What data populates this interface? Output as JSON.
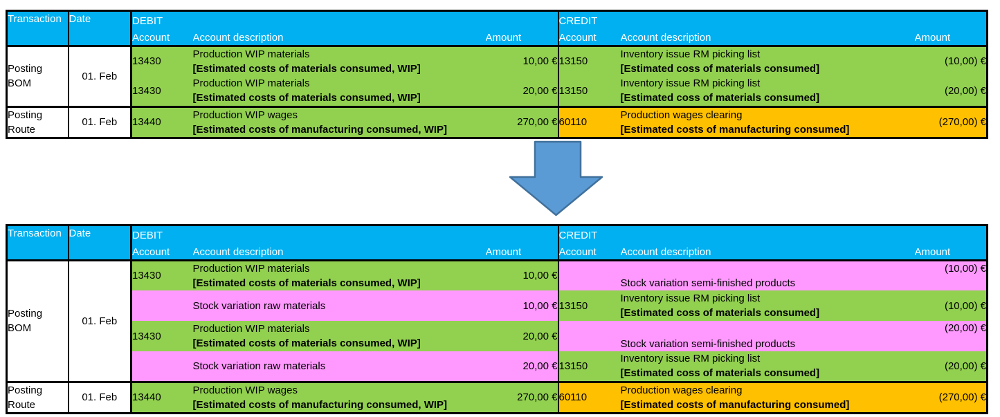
{
  "palette": {
    "header-blue": "#00B0F0",
    "row-green": "#92D050",
    "row-pink": "#FF99FF",
    "row-orange": "#FFC000",
    "arrow-fill": "#5B9BD5",
    "arrow-stroke": "#41719C"
  },
  "header": {
    "transaction": "Transaction",
    "date": "Date",
    "debit": "DEBIT",
    "credit": "CREDIT",
    "account": "Account",
    "account_description": "Account description",
    "amount": "Amount"
  },
  "arrow": {
    "direction": "down"
  },
  "top_table": {
    "bom": {
      "transaction": "Posting BOM",
      "date": "01. Feb",
      "rows": [
        {
          "debit": {
            "account": "13430",
            "desc": "Production WIP materials",
            "note": "[Estimated costs of materials consumed, WIP]",
            "amount": "10,00 €"
          },
          "credit": {
            "account": "13150",
            "desc": "Inventory issue RM picking list",
            "note": "[Estimated coss of materials consumed]",
            "amount": "(10,00) €"
          }
        },
        {
          "debit": {
            "account": "13430",
            "desc": "Production WIP materials",
            "note": "[Estimated costs of materials consumed, WIP]",
            "amount": "20,00 €"
          },
          "credit": {
            "account": "13150",
            "desc": "Inventory issue RM picking list",
            "note": "[Estimated coss of materials consumed]",
            "amount": "(20,00) €"
          }
        }
      ]
    },
    "route": {
      "transaction": "Posting Route",
      "date": "01. Feb",
      "debit": {
        "account": "13440",
        "desc": "Production WIP wages",
        "note": "[Estimated costs of manufacturing consumed, WIP]",
        "amount": "270,00 €"
      },
      "credit": {
        "account": "60110",
        "desc": "Production wages clearing",
        "note": "[Estimated costs of manufacturing consumed]",
        "amount": "(270,00) €"
      }
    }
  },
  "bottom_table": {
    "bom": {
      "transaction": "Posting BOM",
      "date": "01. Feb",
      "rows": [
        {
          "debit": {
            "account": "13430",
            "desc": "Production WIP materials",
            "note": "[Estimated costs of materials consumed, WIP]",
            "amount": "10,00 €"
          },
          "credit": {
            "desc": "Stock variation semi-finished products",
            "amount": "(10,00) €"
          }
        },
        {
          "debit": {
            "desc": "Stock variation raw materials",
            "amount": "10,00 €"
          },
          "credit": {
            "account": "13150",
            "desc": "Inventory issue RM picking list",
            "note": "[Estimated coss of materials consumed]",
            "amount": "(10,00) €"
          }
        },
        {
          "debit": {
            "account": "13430",
            "desc": "Production WIP materials",
            "note": "[Estimated costs of materials consumed, WIP]",
            "amount": "20,00 €"
          },
          "credit": {
            "desc": "Stock variation semi-finished products",
            "amount": "(20,00) €"
          }
        },
        {
          "debit": {
            "desc": "Stock variation raw materials",
            "amount": "20,00 €"
          },
          "credit": {
            "account": "13150",
            "desc": "Inventory issue RM picking list",
            "note": "[Estimated coss of materials consumed]",
            "amount": "(20,00) €"
          }
        }
      ]
    },
    "route": {
      "transaction": "Posting Route",
      "date": "01. Feb",
      "debit": {
        "account": "13440",
        "desc": "Production WIP wages",
        "note": "[Estimated costs of manufacturing consumed, WIP]",
        "amount": "270,00 €"
      },
      "credit": {
        "account": "60110",
        "desc": "Production wages clearing",
        "note": "[Estimated costs of manufacturing consumed]",
        "amount": "(270,00) €"
      }
    }
  }
}
